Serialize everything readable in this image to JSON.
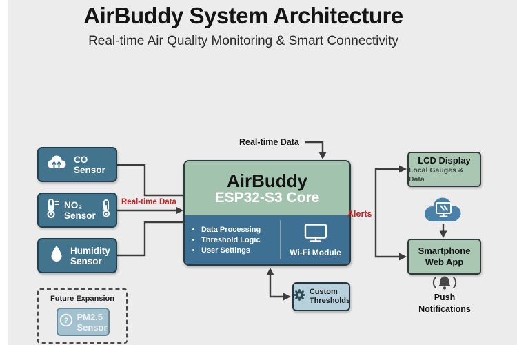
{
  "header": {
    "title": "AirBuddy System Architecture",
    "subtitle": "Real-time Air Quality Monitoring & Smart Connectivity"
  },
  "sensors": [
    {
      "line1": "CO",
      "line2": "Sensor",
      "icon": "co-cloud-icon"
    },
    {
      "line1": "NO₂",
      "line2": "Sensor",
      "icon": "thermometer-icon"
    },
    {
      "line1": "Humidity",
      "line2": "Sensor",
      "icon": "droplet-icon"
    }
  ],
  "flow_labels": {
    "input": "Real-time Data",
    "top_input": "Real-time Data",
    "alerts": "Alerts"
  },
  "core": {
    "title": "AirBuddy",
    "subtitle": "ESP32-S3 Core",
    "features": [
      "Data Processing",
      "Threshold Logic",
      "User Settings"
    ],
    "wifi": "Wi-Fi Module"
  },
  "outputs": {
    "lcd_title": "LCD Display",
    "lcd_subtitle": "Local Gauges & Data",
    "smartphone_line1": "Smartphone",
    "smartphone_line2": "Web App",
    "push_line1": "Push",
    "push_line2": "Notifications"
  },
  "thresholds": {
    "line1": "Custom",
    "line2": "Thresholds"
  },
  "future": {
    "title": "Future Expansion",
    "sensor_line1": "PM2.5",
    "sensor_line2": "Sensor"
  },
  "icons": {
    "question_mark": "?"
  },
  "colors": {
    "background": "#ececec",
    "sensor_box": "#43748e",
    "core_header_green": "#a2c3ad",
    "core_body_blue": "#3d7092",
    "output_box_green": "#a9c7b2",
    "thresholds_box_blue": "#b6d0dc",
    "cloud_blue": "#4b80a8",
    "alert_red": "#c62828",
    "wire_gray": "#3c3c3c"
  }
}
